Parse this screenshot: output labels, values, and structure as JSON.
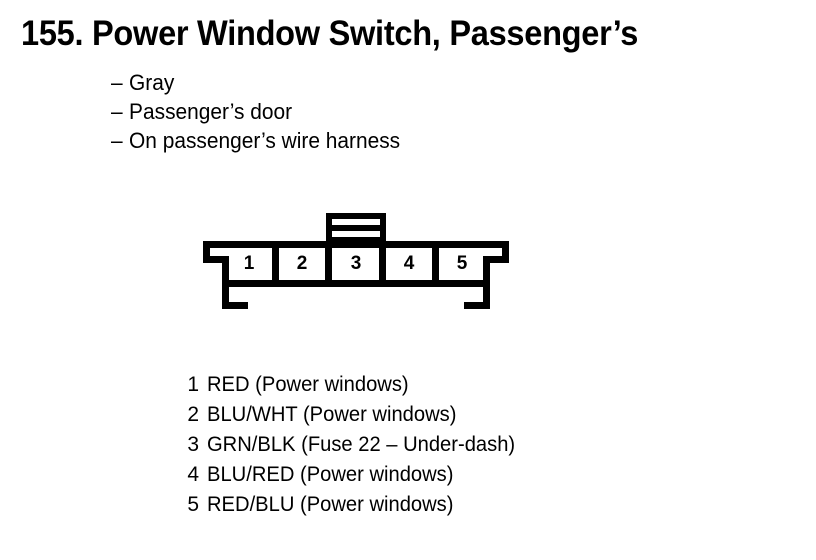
{
  "header": {
    "number": "155.",
    "title": "Power Window Switch, Passenger’s",
    "full_title": "155. Power Window Switch, Passenger’s"
  },
  "notes": {
    "dash": "–",
    "items": [
      {
        "text": "Gray"
      },
      {
        "text": "Passenger’s door"
      },
      {
        "text": "On passenger’s wire harness"
      }
    ]
  },
  "connector": {
    "type": "5-pin automotive connector",
    "pin_count": 5,
    "orientation": "locking-tab-up",
    "stroke_color": "#000000",
    "fill_color": "#ffffff",
    "pin_labels": [
      "1",
      "2",
      "3",
      "4",
      "5"
    ]
  },
  "pin_legend": {
    "rows": [
      {
        "num": "1",
        "desc": "RED (Power windows)"
      },
      {
        "num": "2",
        "desc": "BLU/WHT (Power windows)"
      },
      {
        "num": "3",
        "desc": "GRN/BLK (Fuse 22 – Under-dash)"
      },
      {
        "num": "4",
        "desc": "BLU/RED (Power windows)"
      },
      {
        "num": "5",
        "desc": "RED/BLU (Power windows)"
      }
    ]
  }
}
